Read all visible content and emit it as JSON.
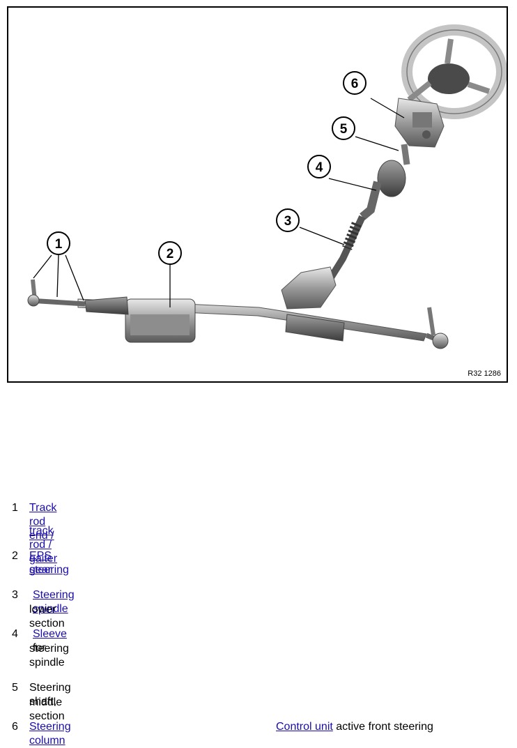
{
  "figure": {
    "code": "R32 1286",
    "callouts": [
      "1",
      "2",
      "3",
      "4",
      "5",
      "6"
    ]
  },
  "legend": [
    {
      "num": "1",
      "line1_link": "Track rod end /",
      "line2_link": "track rod / gaiter"
    },
    {
      "num": "2",
      "line1_link": "EPS steering",
      "line2_link": "gear"
    },
    {
      "num": "3",
      "line1_link": "Steering spindle",
      "line2_text": "lower section"
    },
    {
      "num": "4",
      "line1_link": "Sleeve ",
      "line1_text": "for",
      "line2_text": "steering spindle"
    },
    {
      "num": "5",
      "line1_text": "Steering shaft,",
      "line2_text": "middle section"
    },
    {
      "num": "6",
      "line1_link": "Steering column"
    }
  ],
  "extra": {
    "link": "Control unit",
    "text": " active front steering"
  },
  "colors": {
    "link": "#1a0dab",
    "frame": "#000000"
  }
}
